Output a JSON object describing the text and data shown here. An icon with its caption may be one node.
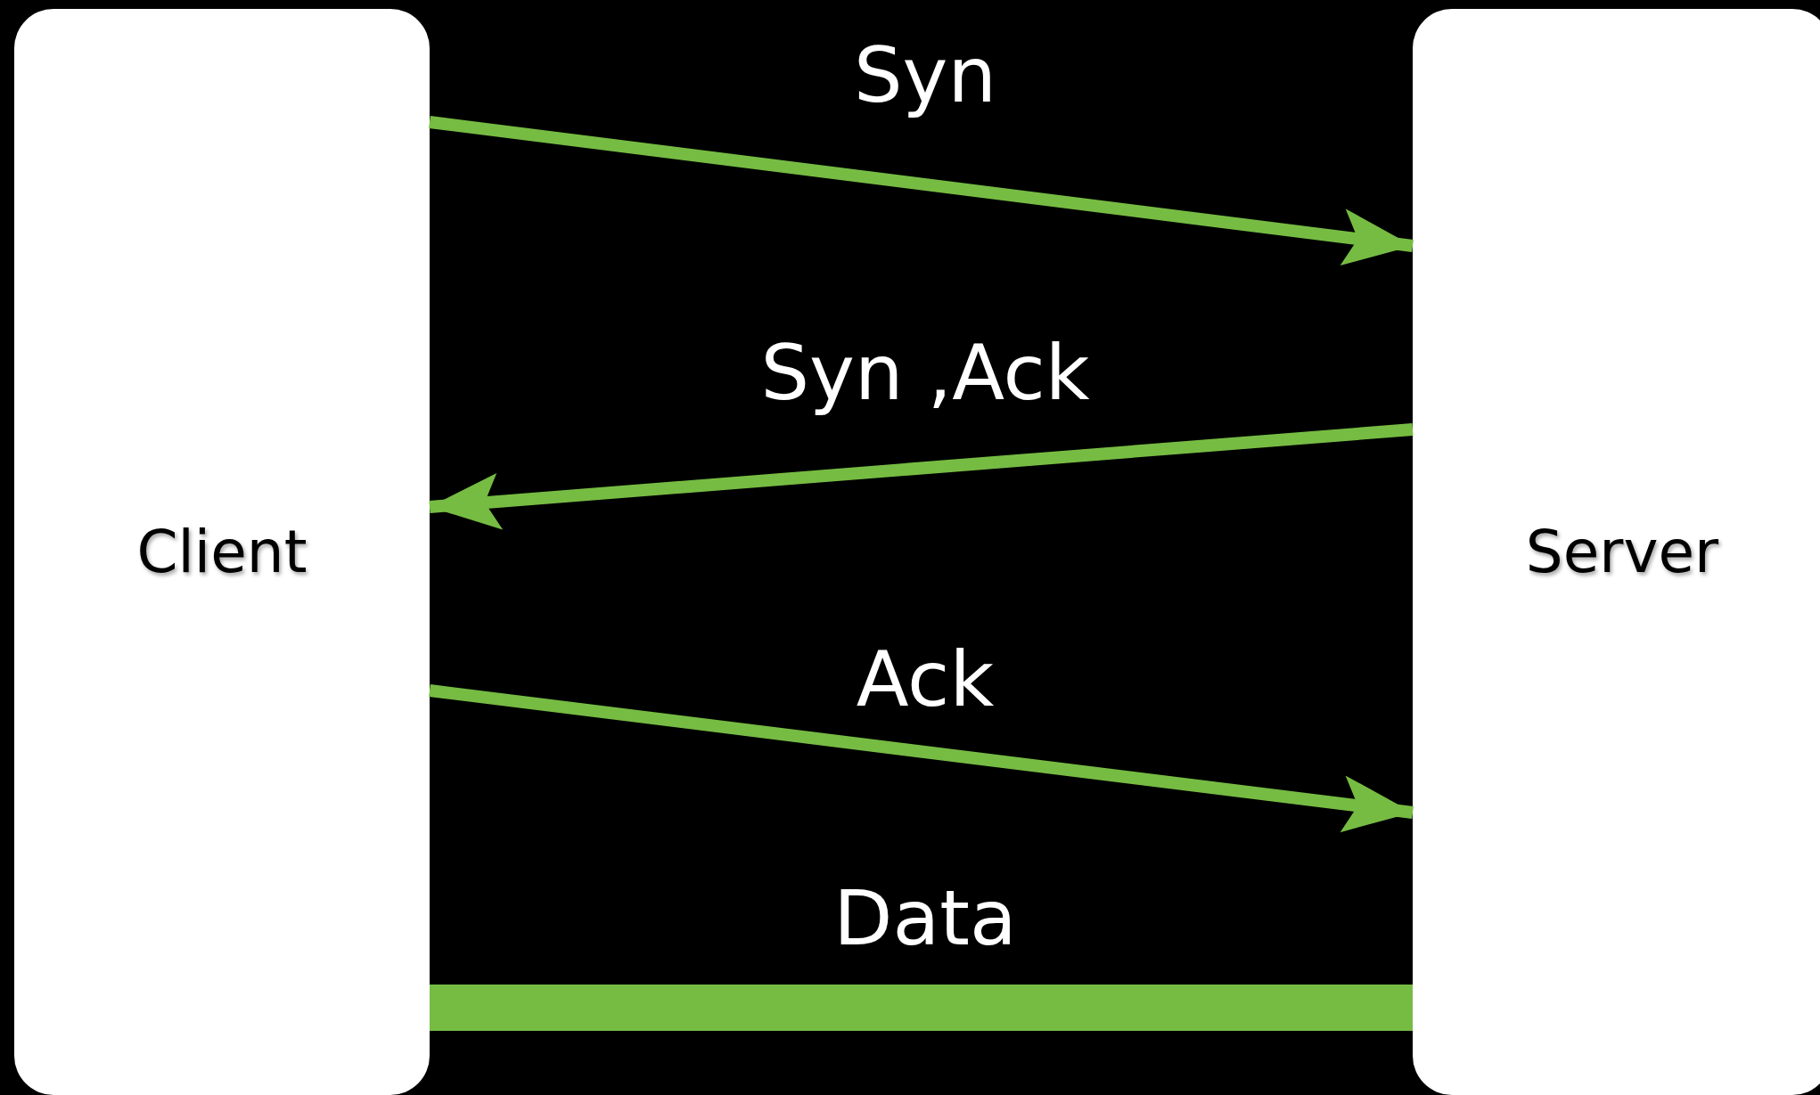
{
  "diagram": {
    "nodes": [
      {
        "text": [
          "Client"
        ]
      },
      {
        "text": [
          "Server"
        ]
      }
    ],
    "edges": [
      {
        "from": 0,
        "to": 1,
        "arrow": "to",
        "label": "Syn"
      },
      {
        "from": 1,
        "to": 0,
        "arrow": "to",
        "label": "Syn ,Ack"
      },
      {
        "from": 0,
        "to": 1,
        "arrow": "to",
        "label": "Ack"
      },
      {
        "from": 0,
        "to": 1,
        "arrow": "none",
        "label": "Data",
        "style": "thick"
      }
    ]
  }
}
